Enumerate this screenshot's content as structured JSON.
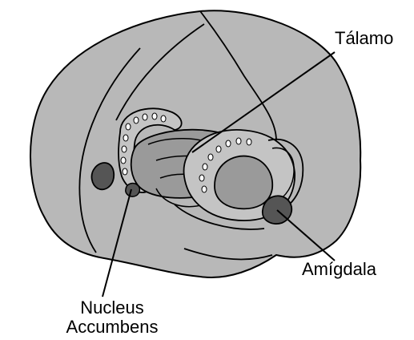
{
  "labels": {
    "thalamus": "Tálamo",
    "amygdala": "Amígdala",
    "nucleus_accumbens_line1": "Nucleus",
    "nucleus_accumbens_line2": "Accumbens"
  },
  "colors": {
    "brain_fill": "#b8b8b8",
    "structure_fill": "#9a9a9a",
    "dark_structure_fill": "#555555",
    "outline": "#000000",
    "background": "#ffffff"
  }
}
